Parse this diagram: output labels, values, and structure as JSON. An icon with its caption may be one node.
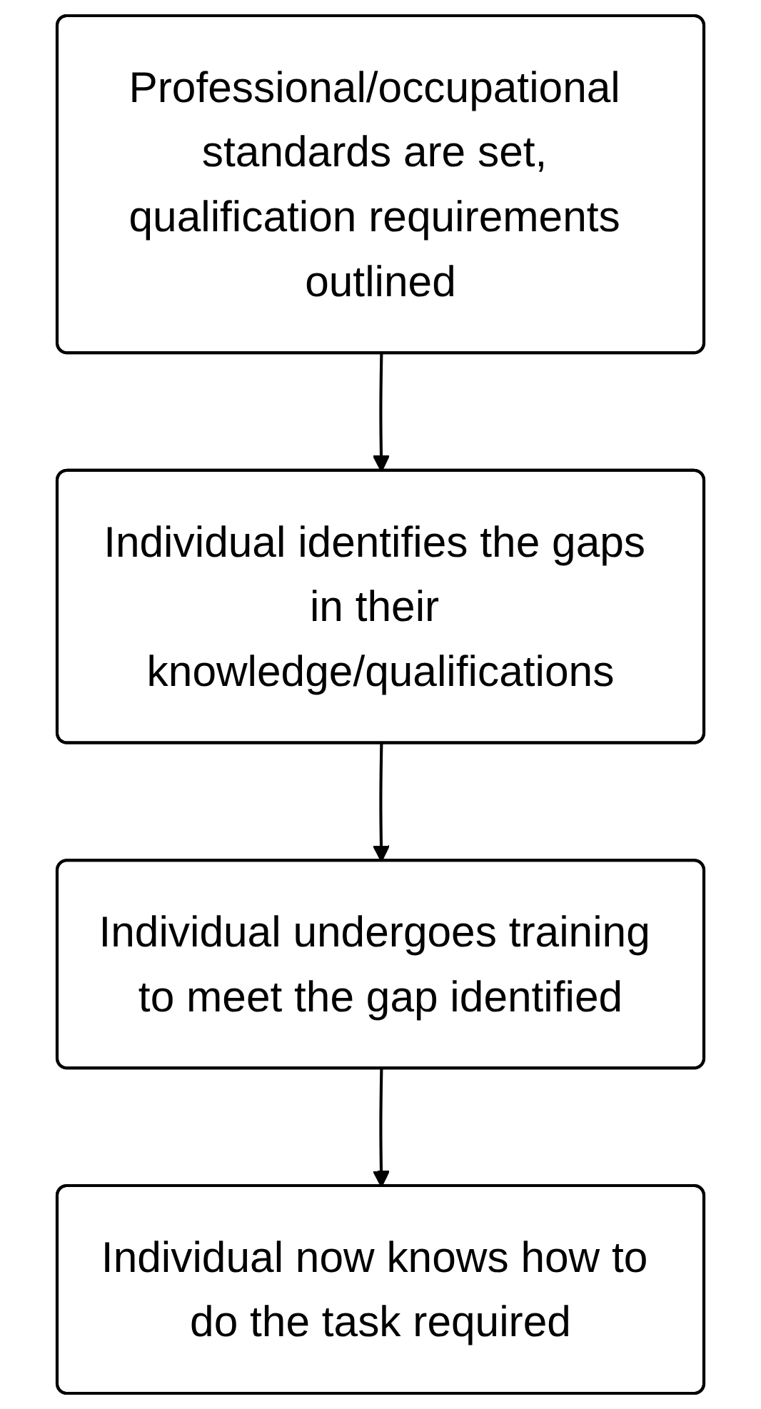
{
  "diagram": {
    "nodes": [
      {
        "text": [
          "Professional/occupational standards are set, qualification requirements outlined"
        ]
      },
      {
        "text": [
          "Individual identifies the gaps in their knowledge/qualifications"
        ]
      },
      {
        "text": [
          "Individual undergoes training to meet the gap identified"
        ]
      },
      {
        "text": [
          "Individual now knows how to do the task required"
        ]
      }
    ],
    "edges": [
      {
        "from": 0,
        "to": 1,
        "arrow": "to"
      },
      {
        "from": 1,
        "to": 2,
        "arrow": "to"
      },
      {
        "from": 2,
        "to": 3,
        "arrow": "to"
      }
    ]
  }
}
